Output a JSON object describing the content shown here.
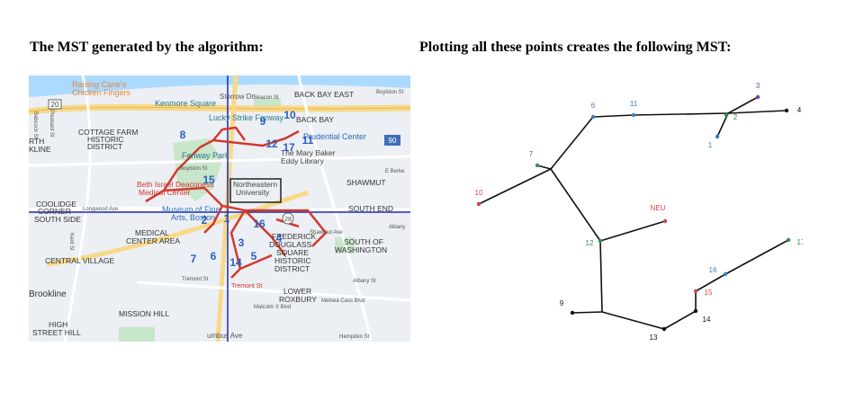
{
  "left_heading": "The MST generated by the algorithm:",
  "right_heading": "Plotting all these points creates the following MST:",
  "map": {
    "places": {
      "raising_canes": "Raising Cane's",
      "chicken_fingers": "Chicken Fingers",
      "kenmore": "Kenmore Square",
      "storrow": "Storrow Dr",
      "beacon": "Beacon St",
      "back_bay_east": "BACK BAY EAST",
      "boylston_top": "Boylston St",
      "lucky_strike": "Lucky Strike Fenway",
      "back_bay": "BACK BAY",
      "prudential": "Prudential Center",
      "cottage_farm_1": "COTTAGE FARM",
      "cottage_farm_2": "HISTORIC",
      "cottage_farm_3": "DISTRICT",
      "north_1": "RTH",
      "north_2": "KLINE",
      "fenway_park": "Fenway Park",
      "mary_baker_1": "The Mary Baker",
      "mary_baker_2": "Eddy Library",
      "boylston_mid": "Boylston St",
      "e_berkeley": "E Berke",
      "beth_israel_1": "Beth Israel Deaconess",
      "beth_israel_2": "Medical Center",
      "northeastern_1": "Northeastern",
      "northeastern_2": "University",
      "shawmut": "SHAWMUT",
      "coolidge_1": "COOLIDGE",
      "coolidge_2": "CORNER",
      "longwood": "Longwood Ave",
      "south_side": "SOUTH SIDE",
      "museum_1": "Museum of Fine",
      "museum_2": "Arts, Boston",
      "south_end": "SOUTH END",
      "medical_1": "MEDICAL",
      "medical_2": "CENTER AREA",
      "frederick_1": "FREDERICK",
      "frederick_2": "DOUGLASS",
      "frederick_3": "SQUARE",
      "frederick_4": "HISTORIC",
      "frederick_5": "DISTRICT",
      "shawmut_ave": "Shawmut Ave",
      "south_wash_1": "SOUTH OF",
      "south_wash_2": "WASHINGTON",
      "central_village": "CENTRAL VILLAGE",
      "tremont_st": "Tremont St",
      "tremont_st2": "Tremont St",
      "brookline": "Brookline",
      "lower_roxbury_1": "LOWER",
      "lower_roxbury_2": "ROXBURY",
      "malcolm_x": "Malcolm X Blvd",
      "melnea_cass": "Melnea Cass Blvd",
      "albany_st": "Albany St",
      "mission_hill": "MISSION HILL",
      "high_street_1": "HIGH",
      "high_street_2": "STREET HILL",
      "columbus_ave": "umbus Ave",
      "hampden": "Hampden St",
      "babcock": "Babcock St",
      "pleasant": "Pleasant St",
      "kent": "Kent St",
      "albany_right": "Albany",
      "route_20": "20",
      "route_90": "90",
      "route_28": "28"
    },
    "markers": [
      "1",
      "12",
      "2",
      "4",
      "3",
      "5",
      "6",
      "7",
      "8",
      "9",
      "10",
      "11",
      "14",
      "15",
      "16",
      "17"
    ]
  },
  "mst": {
    "nodes": [
      {
        "label": "1",
        "color": "#3b7dc9"
      },
      {
        "label": "2",
        "color": "#2e8b57"
      },
      {
        "label": "3",
        "color": "#7b3fb8"
      },
      {
        "label": "4",
        "color": "#111111"
      },
      {
        "label": "6",
        "color": "#3b7dc9"
      },
      {
        "label": "7",
        "color": "#2e8b57"
      },
      {
        "label": "9",
        "color": "#111111"
      },
      {
        "label": "10",
        "color": "#d64545"
      },
      {
        "label": "11",
        "color": "#3b7dc9"
      },
      {
        "label": "12",
        "color": "#2e8b57"
      },
      {
        "label": "13",
        "color": "#111111"
      },
      {
        "label": "14",
        "color": "#111111"
      },
      {
        "label": "15",
        "color": "#d64545"
      },
      {
        "label": "16",
        "color": "#3b7dc9"
      },
      {
        "label": "17",
        "color": "#2e8b57"
      },
      {
        "label": "NEU",
        "color": "#d64545"
      }
    ]
  },
  "colors": {
    "map_water": "#aadaff",
    "map_park": "#c8e6c9",
    "map_road": "#f7d98a",
    "mst_line": "#d2382f",
    "axis": "#1c2bb0"
  }
}
